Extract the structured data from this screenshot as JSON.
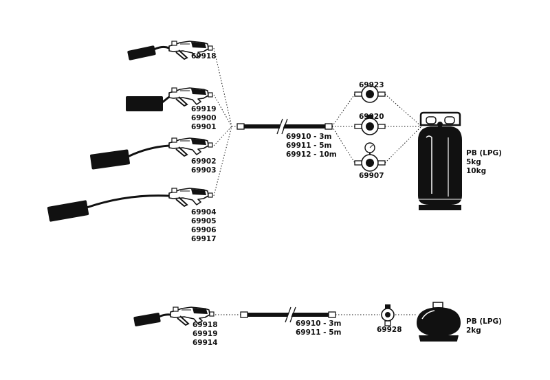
{
  "colors": {
    "ink": "#111111",
    "background": "#ffffff"
  },
  "top": {
    "torches": [
      {
        "codes": [
          "69918"
        ]
      },
      {
        "codes": [
          "69919",
          "69900",
          "69901"
        ]
      },
      {
        "codes": [
          "69902",
          "69903"
        ]
      },
      {
        "codes": [
          "69904",
          "69905",
          "69906",
          "69917"
        ]
      }
    ],
    "hoses": [
      "69910 - 3m",
      "69911 - 5m",
      "69912 - 10m"
    ],
    "regulators": {
      "top": "69923",
      "middle": "69920",
      "bottom": "69907"
    },
    "cylinder": [
      "PB (LPG)",
      "5kg",
      "10kg"
    ]
  },
  "bottom": {
    "torch": [
      "69918",
      "69919",
      "69914"
    ],
    "hoses": [
      "69910 - 3m",
      "69911 - 5m"
    ],
    "regulator": "69928",
    "cylinder": [
      "PB (LPG)",
      "2kg"
    ]
  }
}
